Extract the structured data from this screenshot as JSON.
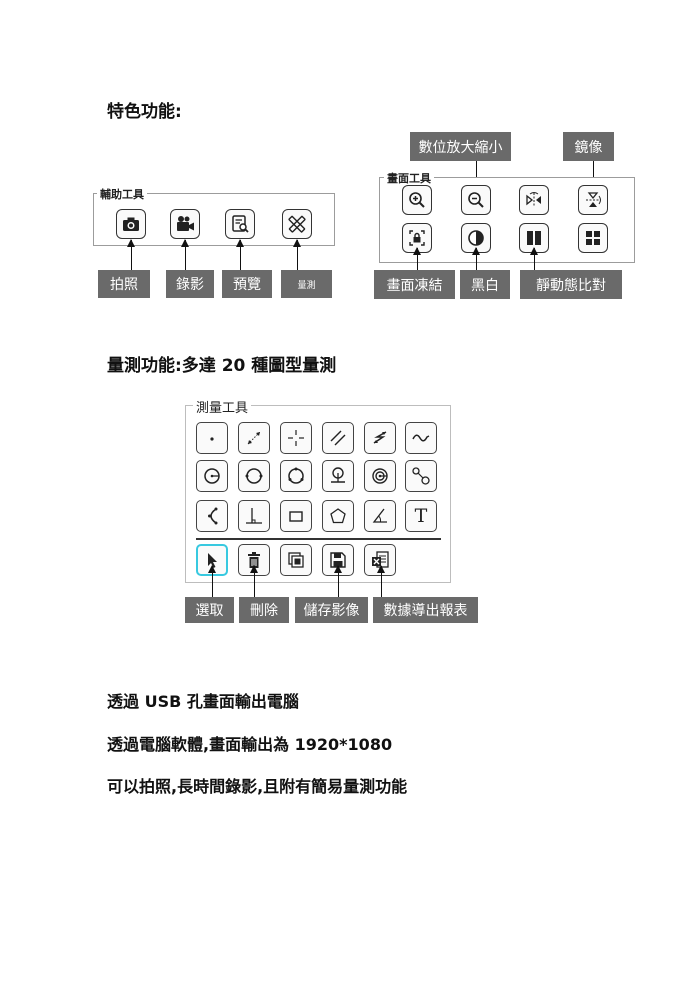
{
  "headings": {
    "features": "特色功能:",
    "measure": "量測功能:多達 20 種圖型量測"
  },
  "aux_tools": {
    "title": "輔助工具",
    "labels": {
      "photo": "拍照",
      "record": "錄影",
      "preview": "預覽",
      "measure": "量測"
    }
  },
  "screen_tools": {
    "title": "畫面工具",
    "top_labels": {
      "digital_zoom": "數位放大縮小",
      "mirror": "鏡像"
    },
    "bottom_labels": {
      "freeze": "畫面凍結",
      "bw": "黑白",
      "compare": "靜動態比對"
    }
  },
  "measure_tools": {
    "title": "測量工具",
    "text_tool_glyph": "T",
    "labels": {
      "select": "選取",
      "delete": "刪除",
      "save_image": "儲存影像",
      "export": "數據導出報表"
    }
  },
  "body_text": [
    "透過 USB 孔畫面輸出電腦",
    "透過電腦軟體,畫面輸出為 1920*1080",
    "可以拍照,長時間錄影,且附有簡易量測功能"
  ],
  "colors": {
    "label_bg": "#6a6a6a",
    "selected_border": "#38c9e0"
  }
}
